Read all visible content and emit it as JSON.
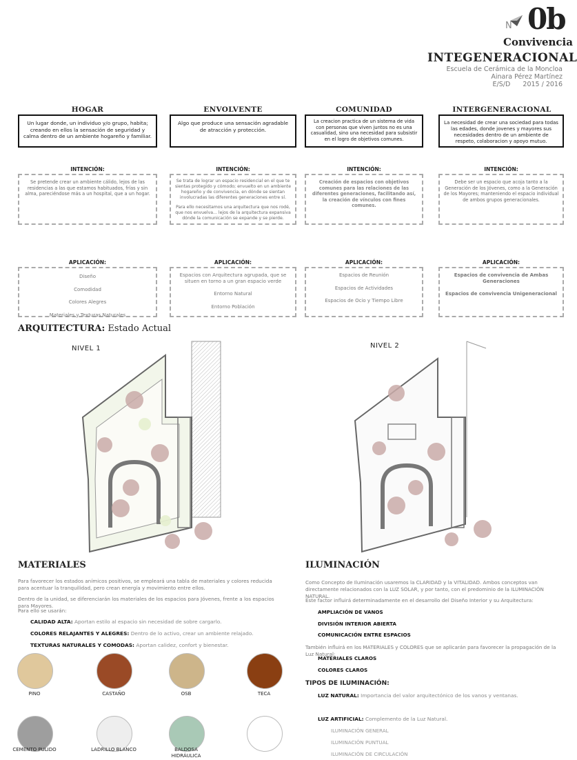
{
  "header": {
    "compass_label": "N",
    "sheet_number": "0b",
    "title_line1": "Convivencia",
    "title_line2": "INTEGENERACIONAL",
    "school": "Escuela de Cerámica de la Moncloa",
    "author": "Ainara Pérez Martínez",
    "program": "E/S/D",
    "year": "2015 / 2016"
  },
  "columns": [
    {
      "title": "HOGAR",
      "definition": "Un lugar donde, un individuo y/o grupo, habita; creando en ellos la sensación de seguridad y calma dentro de un ambiente hogareño y familiar.",
      "intent_label": "INTENCIÓN:",
      "intent_paragraphs": [
        "Se pretende crear un ambiente cálido, lejos de las residencias a las que estamos habituados, frías y sin alma, pareciéndose más a un hospital, que a un hogar."
      ],
      "application_label": "APLICACIÓN:",
      "applications": [
        "Diseño",
        "Comodidad",
        "Colores Alegres",
        "Materiales y Texturas Naturales"
      ]
    },
    {
      "title": "ENVOLVENTE",
      "definition": "Algo que produce una sensación agradable de atracción y protección.",
      "intent_label": "INTENCIÓN:",
      "intent_paragraphs": [
        "Se trata de lograr un espacio residencial en el que te sientas protegido y cómodo; envuelto en un ambiente hogareño y de convivencia, en dónde se sientan involucradas las diferentes generaciones entre sí.",
        "Para ello necesitamos una arquitectura que nos rodé, que nos envuelva... lejos de la arquitectura expansiva dónde la comunicación se expande y se pierde."
      ],
      "application_label": "APLICACIÓN:",
      "applications": [
        "Espacios con Arquitectura agrupada, que se situen en torno a un gran espacio verde",
        "Entorno Natural",
        "Entorno Población"
      ]
    },
    {
      "title": "COMUNIDAD",
      "definition": "La creacion practica de un sistema de vida con personas que viven juntos no es una casualidad, sino una necesidad para subsistir en el logro de objetivos comunes.",
      "intent_label": "INTENCIÓN:",
      "intent_paragraphs": [
        "Creación de espacios con objetivos comunes para las relaciones de las diferentes generaciones, facilitando así, la creación de vínculos con fines comunes."
      ],
      "application_label": "APLICACIÓN:",
      "applications": [
        "Espacios de Reunión",
        "Espacios de Actividades",
        "Espacios de Ocio y Tiempo Libre"
      ]
    },
    {
      "title": "INTERGENERACIONAL",
      "definition": "La necesidad de crear una sociedad para todas las edades, donde jovenes y mayores sus necesidades dentro de un ambiente de respeto, colaboracion y apoyo mutuo.",
      "intent_label": "INTENCIÓN:",
      "intent_paragraphs": [
        "Debe ser un espacio que acoja tanto a la Generación de los Jóvenes, como a la Generación de los Mayores; manteniendo el espacio individual de ambos grupos generacionales."
      ],
      "application_label": "APLICACIÓN:",
      "applications": [
        "Espacios de convivencia de Ambas Generaciones",
        "Espacios de convivencia Unigeneracional"
      ]
    }
  ],
  "architecture": {
    "title_bold": "ARQUITECTURA:",
    "title_rest": " Estado Actual",
    "level1": "NIVEL 1",
    "level2": "NIVEL 2"
  },
  "materials": {
    "title": "MATERIALES",
    "para1": "Para favorecer los estados anímicos positivos, se empleará una tabla de materiales y colores reducida para acentuar la tranquilidad, pero crean energía y movimiento entre ellos.",
    "para2": "Dentro de la unidad, se diferenciarán los materiales de los espacios para Jóvenes, frente a los espacios para Mayores.",
    "para3": "Para ello se usarán:",
    "items": [
      {
        "bold": "CALIDAD ALTA:",
        "text": " Aportan estilo al espacio sin necesidad de sobre cargarlo."
      },
      {
        "bold": "COLORES RELAJANTES Y ALEGRES:",
        "text": " Dentro de lo activo, crear un ambiente relajado."
      },
      {
        "bold": "TEXTURAS NATURALES Y COMODAS:",
        "text": " Aportan calidez, confort y bienestar."
      }
    ],
    "swatches": [
      {
        "label": "PINO",
        "color": "#e0c89c"
      },
      {
        "label": "CASTAÑO",
        "color": "#9a4a26"
      },
      {
        "label": "OSB",
        "color": "#cdb58a"
      },
      {
        "label": "TECA",
        "color": "#8a3f12"
      },
      {
        "label": "CEMENTO PULIDO",
        "color": "#9e9e9e"
      },
      {
        "label": "LADRILLO BLANCO",
        "color": "#eeeeee"
      },
      {
        "label": "BALDOSA HIDRÁULICA",
        "color": "#a9c9b6"
      },
      {
        "label": "",
        "color": "#ffffff"
      }
    ]
  },
  "illumination": {
    "title": "ILUMINACIÓN",
    "para1": "Como Concepto de Iluminación usaremos la CLARIDAD y la VITALIDAD. Ambos conceptos van directamente relacionados con la LUZ SOLAR, y por tanto, con el predominio de la ILUMINACIÓN NATURAL.",
    "para2": "Este factor influirá determinadamente en el desarrollo del Diseño Interior y su Arquitectura:",
    "factors": [
      "AMPLIACIÓN DE VANOS",
      "DIVISIÓN INTERIOR ABIERTA",
      "COMUNICACIÓN ENTRE ESPACIOS"
    ],
    "para3": "También influirá en los MATERIALES y COLORES que se aplicarán para favorecer la propagación de la Luz Natural:",
    "material_items": [
      "MATERIALES CLAROS",
      "COLORES CLAROS"
    ],
    "types_title": "TIPOS DE ILUMINACIÓN:",
    "natural_bold": "LUZ NATURAL:",
    "natural_text": " Importancia del valor arquitectónico de los vanos y ventanas.",
    "artificial_bold": "LUZ ARTIFICIAL:",
    "artificial_text": " Complemento de la Luz Natural.",
    "artificial_types": [
      "ILUMINACIÓN GENERAL",
      "ILUMINACIÓN PUNTUAL",
      "ILUMINACIÓN DE CIRCULACIÓN"
    ]
  }
}
